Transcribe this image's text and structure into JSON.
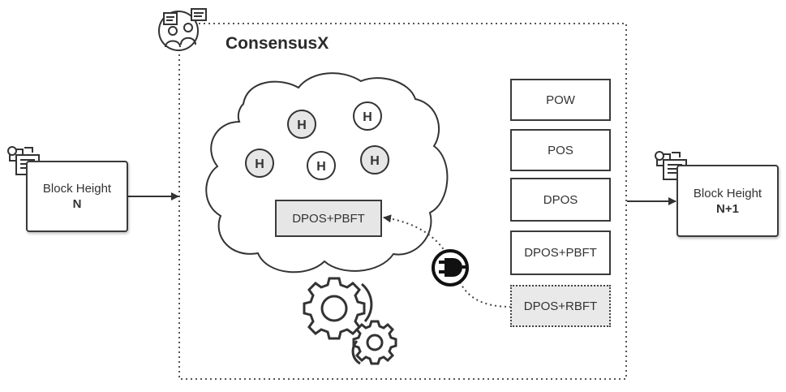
{
  "title": "ConsensusX",
  "left_block": {
    "label": "Block Height",
    "value": "N"
  },
  "right_block": {
    "label": "Block Height",
    "value": "N+1"
  },
  "node_symbol": "H",
  "active_algorithm": "DPOS+PBFT",
  "algorithms": [
    "POW",
    "POS",
    "DPOS",
    "DPOS+PBFT",
    "DPOS+RBFT"
  ],
  "icons": {
    "team": "team-icon",
    "block": "block-icon",
    "plug": "plug-icon",
    "gears": "gears-icon"
  }
}
